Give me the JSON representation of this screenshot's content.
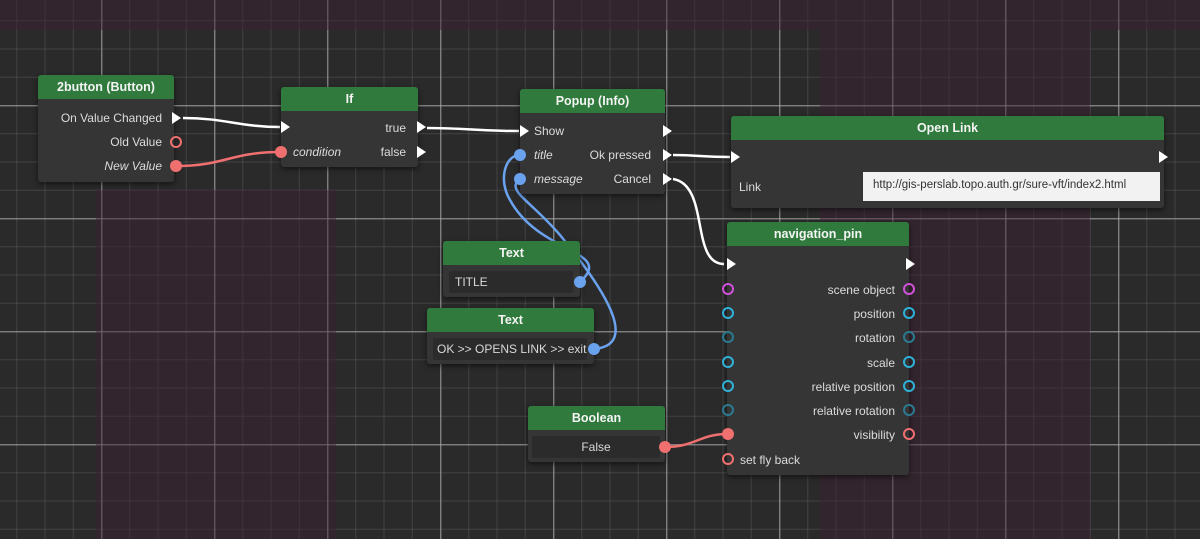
{
  "colors": {
    "header": "#2f7a3c",
    "node": "#353535",
    "bool": "#f07070",
    "string": "#6aa2ee",
    "object": "#d050d8",
    "vec3": "#2eb0d8",
    "quat": "#2a7a90",
    "flow": "#ffffff"
  },
  "nodes": {
    "button": {
      "title": "2button (Button)",
      "ports": {
        "on_value_changed": "On Value Changed",
        "old_value": "Old Value",
        "new_value": "New Value"
      }
    },
    "if": {
      "title": "If",
      "ports": {
        "true": "true",
        "condition": "condition",
        "false": "false"
      }
    },
    "popup": {
      "title": "Popup (Info)",
      "ports": {
        "show": "Show",
        "title": "title",
        "ok_pressed": "Ok pressed",
        "message": "message",
        "cancel": "Cancel"
      }
    },
    "open_link": {
      "title": "Open Link",
      "link_label": "Link",
      "link_value": "http://gis-perslab.topo.auth.gr/sure-vft/index2.html"
    },
    "text_title": {
      "title": "Text",
      "value": "TITLE"
    },
    "text_message": {
      "title": "Text",
      "value": "OK >> OPENS LINK >> exit"
    },
    "boolean": {
      "title": "Boolean",
      "value": "False"
    },
    "navigation_pin": {
      "title": "navigation_pin",
      "ports": {
        "scene_object": "scene object",
        "position": "position",
        "rotation": "rotation",
        "scale": "scale",
        "relative_position": "relative position",
        "relative_rotation": "relative rotation",
        "visibility": "visibility",
        "set_fly_back": "set fly back"
      }
    }
  }
}
